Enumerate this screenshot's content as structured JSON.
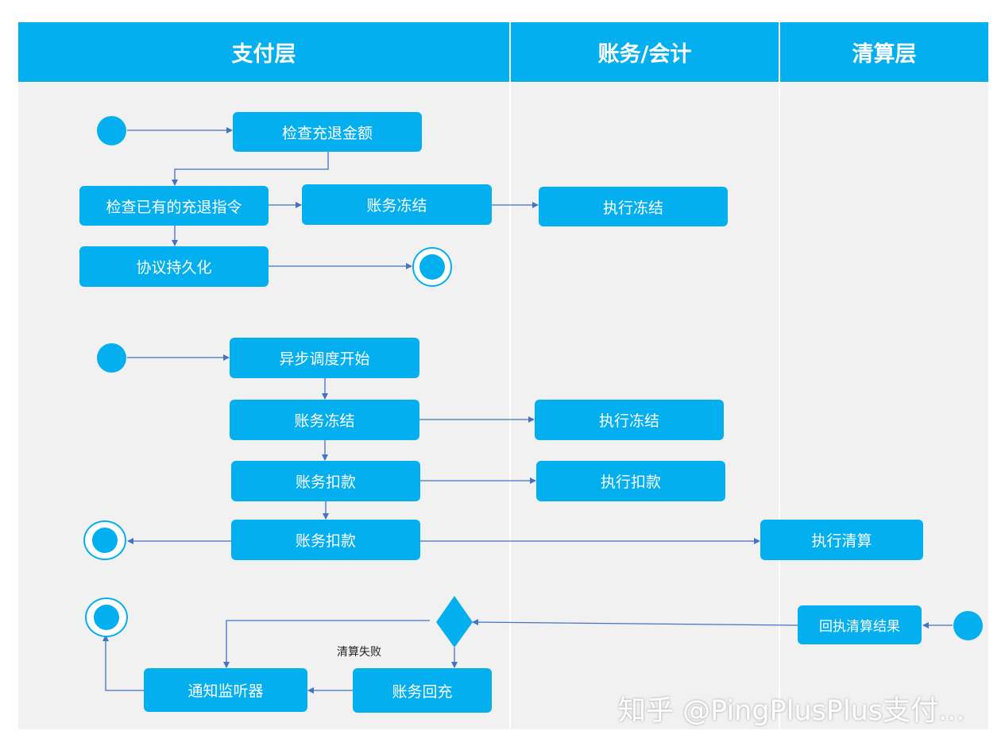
{
  "lanes": {
    "payment": "支付层",
    "accounting": "账务/会计",
    "clearing": "清算层"
  },
  "flow1": {
    "check_refund_amount": "检查充退金额",
    "check_existing_refund_cmd": "检查已有的充退指令",
    "account_freeze": "账务冻结",
    "execute_freeze": "执行冻结",
    "agreement_persist": "协议持久化"
  },
  "flow2": {
    "async_schedule_start": "异步调度开始",
    "account_freeze": "账务冻结",
    "execute_freeze": "执行冻结",
    "account_debit_1": "账务扣款",
    "execute_debit": "执行扣款",
    "account_debit_2": "账务扣款",
    "execute_clearing": "执行清算"
  },
  "flow3": {
    "return_clearing_result": "回执清算结果",
    "clearing_failed_label": "清算失败",
    "account_refill": "账务回充",
    "notify_listener": "通知监听器"
  },
  "watermark": "知乎 @PingPlusPlus支付...",
  "colors": {
    "accent": "#04aff0",
    "lane_bg": "#f1f1f1",
    "connector": "#4472c4"
  }
}
